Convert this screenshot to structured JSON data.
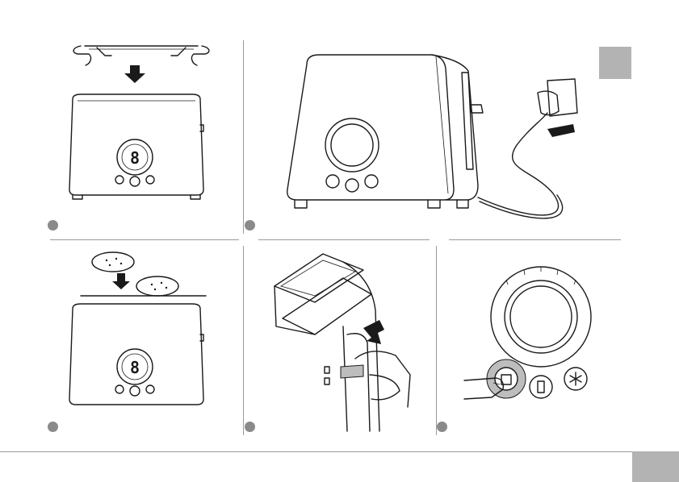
{
  "panels": [
    {
      "id": "step-attach-rack",
      "digit": "8"
    },
    {
      "id": "step-plug-in"
    },
    {
      "id": "step-warm-buns",
      "digit": "8"
    },
    {
      "id": "step-press-lever"
    },
    {
      "id": "step-press-bun-button"
    }
  ],
  "icons": {
    "arrow": "arrow-icon",
    "bun-button": "bun-warmer-icon",
    "defrost-button": "snowflake-icon",
    "power-button": "power-icon"
  },
  "colors": {
    "line": "#1a1a1a",
    "tab": "#b3b3b3",
    "step_dot": "#8a8a8a",
    "highlight": "#bdbdbd"
  }
}
